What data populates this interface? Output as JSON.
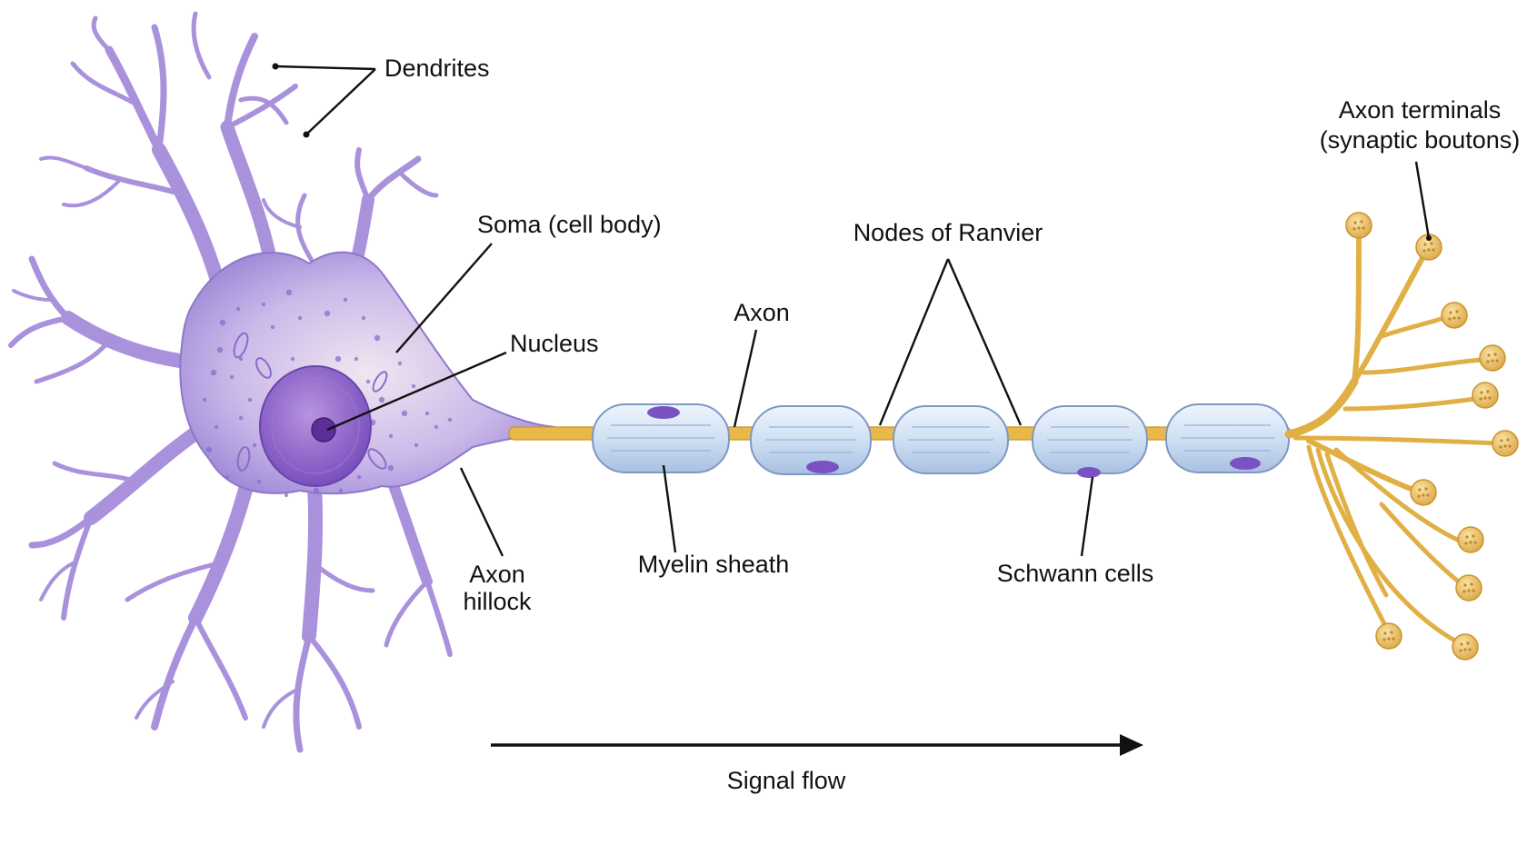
{
  "labels": {
    "dendrites": "Dendrites",
    "soma": "Soma (cell body)",
    "nucleus": "Nucleus",
    "axon_hillock_line1": "Axon",
    "axon_hillock_line2": "hillock",
    "axon": "Axon",
    "nodes_of_ranvier": "Nodes of Ranvier",
    "myelin_sheath": "Myelin sheath",
    "schwann_cells": "Schwann cells",
    "axon_terminals_line1": "Axon terminals",
    "axon_terminals_line2": "(synaptic boutons)",
    "signal_flow": "Signal flow"
  },
  "colors": {
    "cell_body": "#b6a3e0",
    "cell_outline": "#8d78c9",
    "nucleus": "#8a63c4",
    "nucleolus": "#5b2f97",
    "axon": "#e8b948",
    "myelin": "#cfe0f3",
    "myelin_outline": "#7f98c2",
    "schwann_nucleus": "#7a52c4",
    "bouton": "#f0c870"
  },
  "icons": {
    "signal_arrow": "arrow-right-icon"
  }
}
